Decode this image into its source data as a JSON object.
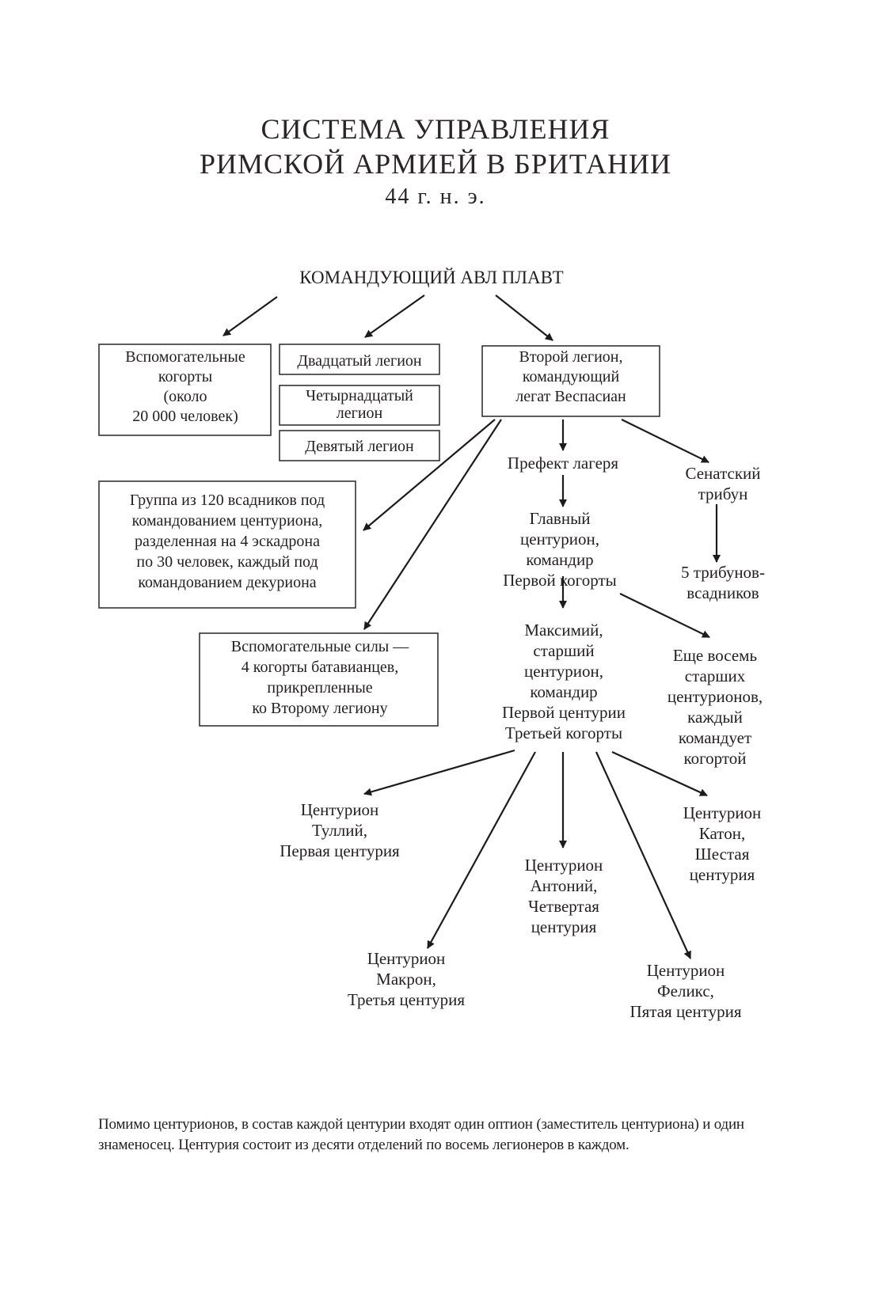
{
  "page": {
    "title_line1": "СИСТЕМА УПРАВЛЕНИЯ",
    "title_line2": "РИМСКОЙ АРМИЕЙ В БРИТАНИИ",
    "title_date": "44 г. н. э.",
    "footnote": "Помимо центурионов, в состав каждой центурии входят один оптион (заместитель центуриона) и один знаменосец. Центурия состоит из десяти отделений по восемь легионеров в каждом."
  },
  "nodes": {
    "commander": {
      "lines": [
        "КОМАНДУЮЩИЙ АВЛ ПЛАВТ"
      ],
      "boxed": false
    },
    "aux_cohorts": {
      "lines": [
        "Вспомогательные",
        "когорты",
        "(около",
        "20 000 человек)"
      ],
      "boxed": true
    },
    "legion_20": {
      "lines": [
        "Двадцатый легион"
      ],
      "boxed": true
    },
    "legion_14": {
      "lines": [
        "Четырнадцатый",
        "легион"
      ],
      "boxed": true
    },
    "legion_9": {
      "lines": [
        "Девятый легион"
      ],
      "boxed": true
    },
    "legion_2": {
      "lines": [
        "Второй легион,",
        "командующий",
        "легат Веспасиан"
      ],
      "boxed": true
    },
    "cavalry": {
      "lines": [
        "Группа из 120 всадников под",
        "командованием центуриона,",
        "разделенная на 4 эскадрона",
        "по 30 человек, каждый под",
        "командованием декуриона"
      ],
      "boxed": true
    },
    "batavians": {
      "lines": [
        "Вспомогательные силы —",
        "4 когорты батавианцев,",
        "прикрепленные",
        "ко Второму легиону"
      ],
      "boxed": true
    },
    "camp_prefect": {
      "lines": [
        "Префект лагеря"
      ],
      "boxed": false
    },
    "chief_centurion": {
      "lines": [
        "Главный",
        "центурион,",
        "командир",
        "Первой когорты"
      ],
      "boxed": false
    },
    "senatorial_tribune": {
      "lines": [
        "Сенатский",
        "трибун"
      ],
      "boxed": false
    },
    "equestrian_tribunes": {
      "lines": [
        "5 трибунов-",
        "всадников"
      ],
      "boxed": false
    },
    "maximius": {
      "lines": [
        "Максимий,",
        "старший",
        "центурион,",
        "командир",
        "Первой центурии",
        "Третьей когорты"
      ],
      "boxed": false
    },
    "eight_centurions": {
      "lines": [
        "Еще восемь",
        "старших",
        "центурионов,",
        "каждый",
        "командует",
        "когортой"
      ],
      "boxed": false
    },
    "tullius": {
      "lines": [
        "Центурион",
        "Туллий,",
        "Первая центурия"
      ],
      "boxed": false
    },
    "macro": {
      "lines": [
        "Центурион",
        "Макрон,",
        "Третья центурия"
      ],
      "boxed": false
    },
    "antonius": {
      "lines": [
        "Центурион",
        "Антоний,",
        "Четвертая",
        "центурия"
      ],
      "boxed": false
    },
    "felix": {
      "lines": [
        "Центурион",
        "Феликс,",
        "Пятая центурия"
      ],
      "boxed": false
    },
    "cato": {
      "lines": [
        "Центурион",
        "Катон,",
        "Шестая",
        "центурия"
      ],
      "boxed": false
    }
  },
  "edges": [
    {
      "from": "commander",
      "to": "aux_cohorts"
    },
    {
      "from": "commander",
      "to": "legion_20"
    },
    {
      "from": "commander",
      "to": "legion_2"
    },
    {
      "from": "legion_2",
      "to": "cavalry"
    },
    {
      "from": "legion_2",
      "to": "batavians"
    },
    {
      "from": "legion_2",
      "to": "camp_prefect"
    },
    {
      "from": "legion_2",
      "to": "senatorial_tribune"
    },
    {
      "from": "camp_prefect",
      "to": "chief_centurion"
    },
    {
      "from": "senatorial_tribune",
      "to": "equestrian_tribunes"
    },
    {
      "from": "chief_centurion",
      "to": "maximius"
    },
    {
      "from": "chief_centurion",
      "to": "eight_centurions"
    },
    {
      "from": "maximius",
      "to": "tullius"
    },
    {
      "from": "maximius",
      "to": "macro"
    },
    {
      "from": "maximius",
      "to": "antonius"
    },
    {
      "from": "maximius",
      "to": "felix"
    },
    {
      "from": "maximius",
      "to": "cato"
    }
  ]
}
